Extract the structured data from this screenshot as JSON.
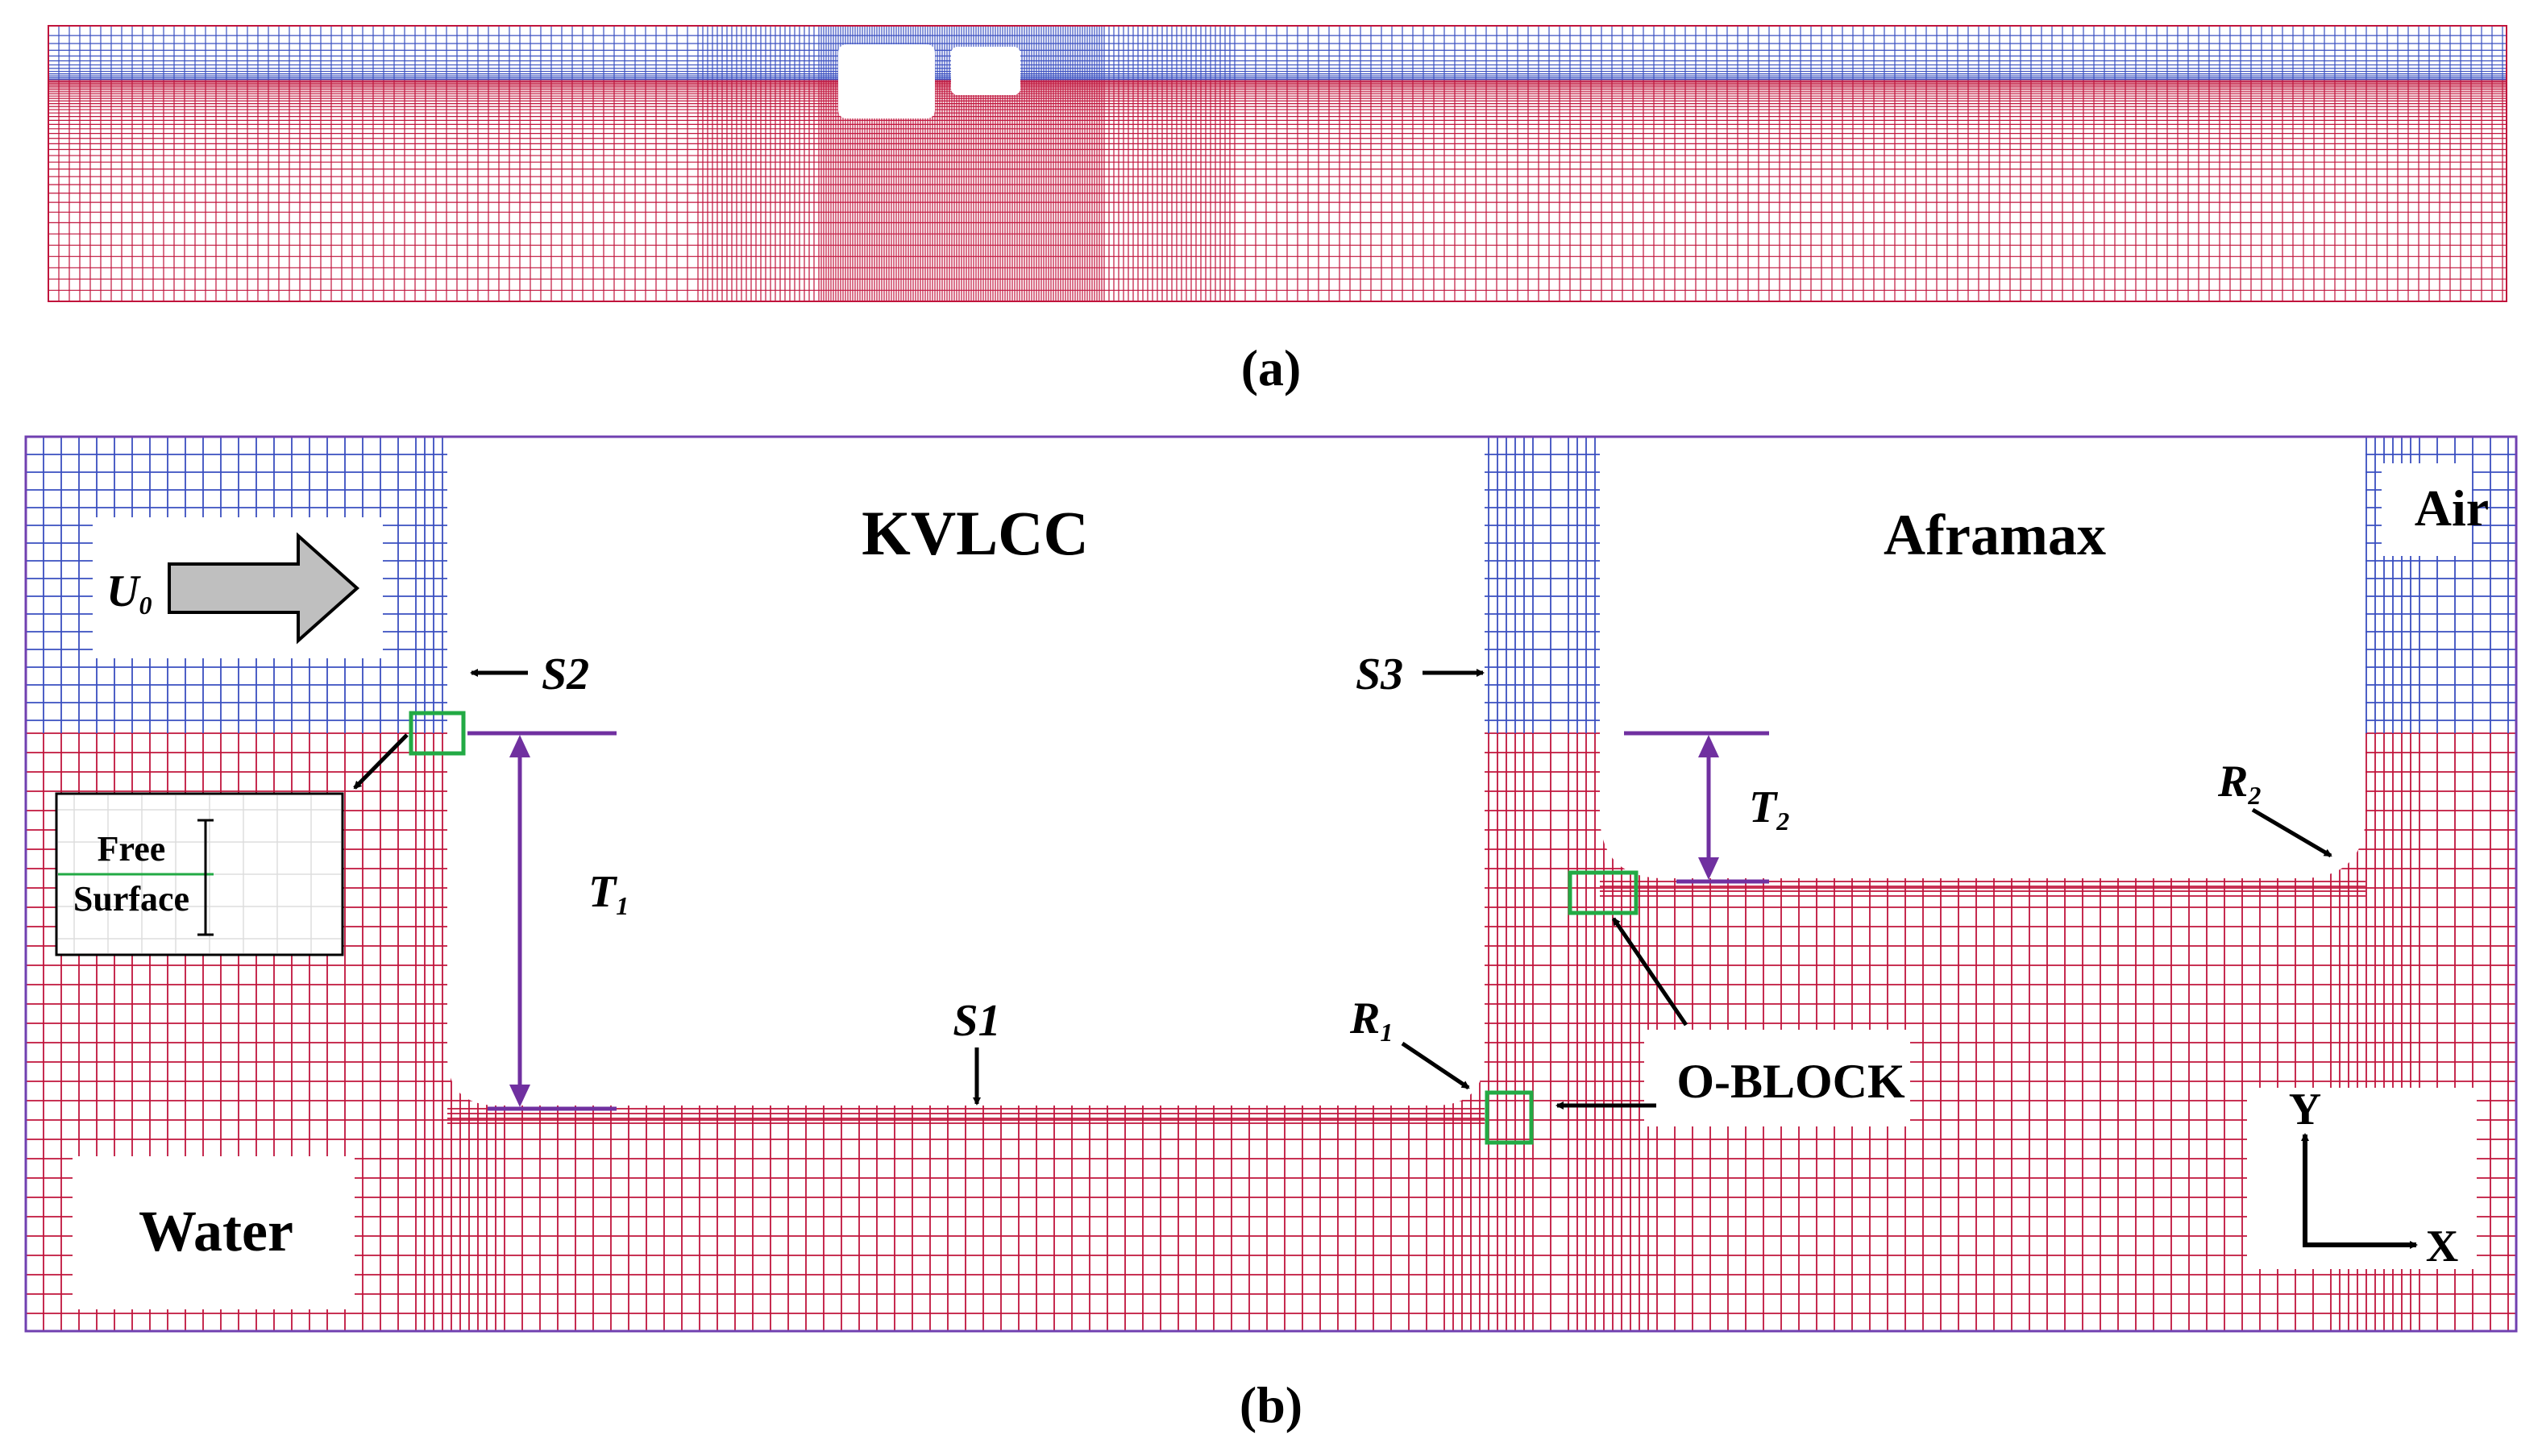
{
  "colors": {
    "air_mesh": "#3a4fc0",
    "water_mesh": "#c0143c",
    "domain_border": "#7040b0",
    "dimension_line": "#7030a0",
    "o_block": "#22aa44",
    "arrow": "#000000",
    "flow_arrow_fill": "#bfbfbf"
  },
  "panel_a": {
    "caption": "(a)"
  },
  "panel_b": {
    "caption": "(b)",
    "ship1_label": "KVLCC",
    "ship2_label": "Aframax",
    "air_label": "Air",
    "water_label": "Water",
    "velocity": {
      "symbol": "U",
      "subscript": "0"
    },
    "s1": "S1",
    "s2": "S2",
    "s3": "S3",
    "t1": {
      "symbol": "T",
      "subscript": "1"
    },
    "t2": {
      "symbol": "T",
      "subscript": "2"
    },
    "r1": {
      "symbol": "R",
      "subscript": "1"
    },
    "r2": {
      "symbol": "R",
      "subscript": "2"
    },
    "o_block": "O-BLOCK",
    "free_surface_inset": {
      "line1": "Free",
      "line2": "Surface"
    },
    "axes": {
      "x": "X",
      "y": "Y"
    }
  }
}
